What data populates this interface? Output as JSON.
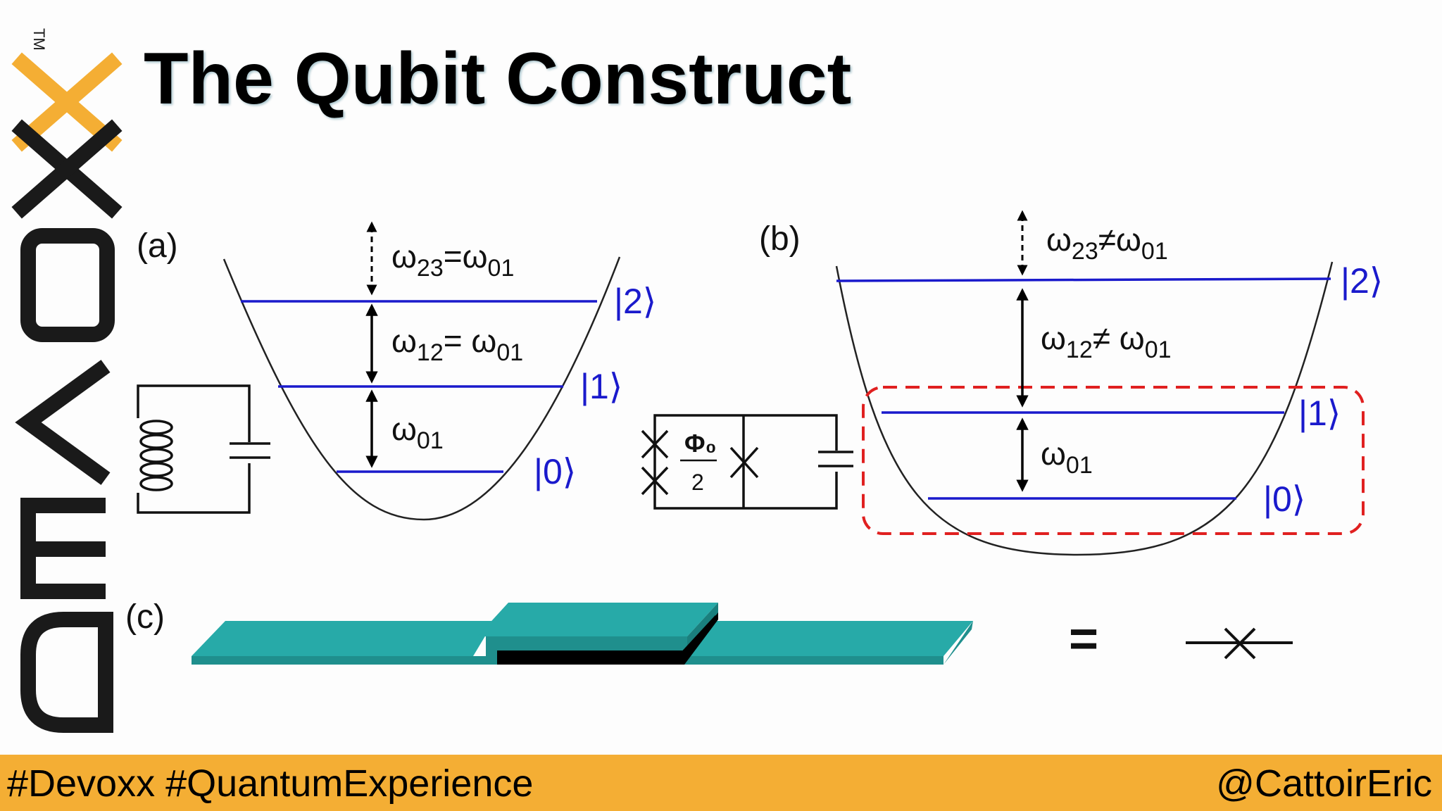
{
  "slide": {
    "title": "The Qubit Construct",
    "logo": {
      "text": "DEVOXX",
      "trademark": "TM",
      "accent_color": "#f4ae34",
      "text_color": "#1a1a1a"
    }
  },
  "diagram": {
    "panel_a": {
      "label": "(a)",
      "w23": "ω",
      "w23_sub": "23",
      "w23_rel": "=ω",
      "w23_rel_sub": "01",
      "w12": "ω",
      "w12_sub": "12",
      "w12_rel": "= ω",
      "w12_rel_sub": "01",
      "w01": "ω",
      "w01_sub": "01",
      "ket2": "|2⟩",
      "ket1": "|1⟩",
      "ket0": "|0⟩"
    },
    "panel_b": {
      "label": "(b)",
      "w23": "ω",
      "w23_sub": "23",
      "w23_rel": "≠ω",
      "w23_rel_sub": "01",
      "w12": "ω",
      "w12_sub": "12",
      "w12_rel": "≠ ω",
      "w12_rel_sub": "01",
      "w01": "ω",
      "w01_sub": "01",
      "ket2": "|2⟩",
      "ket1": "|1⟩",
      "ket0": "|0⟩",
      "flux_num": "Φ₀",
      "flux_den": "2"
    },
    "panel_c": {
      "label": "(c)",
      "equals": "="
    },
    "colors": {
      "level_line": "#1a1acc",
      "ket": "#1a1acc",
      "highlight_box": "#e02020",
      "junction": "#22a9a6"
    }
  },
  "footer": {
    "left_text": "#Devoxx #QuantumExperience",
    "right_text": "@CattoirEric",
    "color": "#f4ae34"
  }
}
